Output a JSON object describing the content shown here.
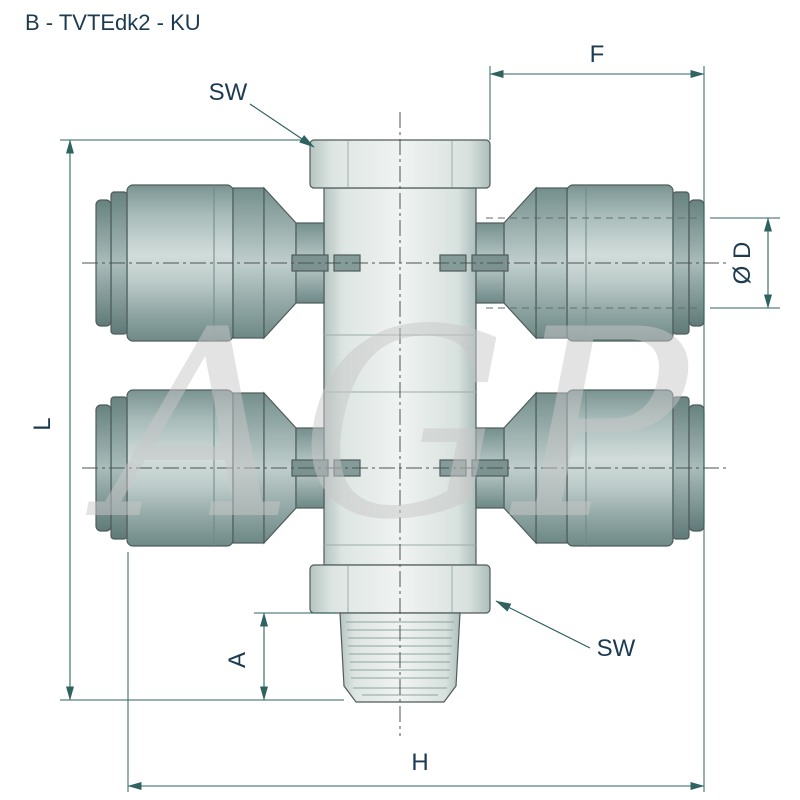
{
  "title": "B - TVTEdk2 - KU",
  "watermark": "AGP",
  "dimensions": {
    "f_label": "F",
    "l_label": "L",
    "a_label": "A",
    "h_label": "H",
    "diameter_label": "Ø D",
    "sw_top_label": "SW",
    "sw_bottom_label": "SW"
  },
  "colors": {
    "dimension_lines": "#2f6360",
    "label_text": "#1c3a50",
    "connector_body": "#a3b8b6",
    "central_body": "#e9efec",
    "outline": "#4e5c5a",
    "watermark": "#c8c8c8",
    "background": "#ffffff"
  }
}
